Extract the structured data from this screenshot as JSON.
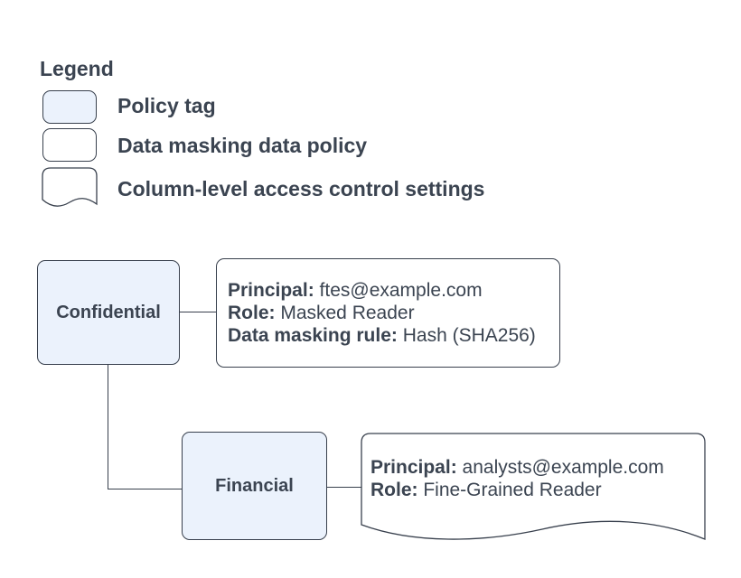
{
  "colors": {
    "background": "#ffffff",
    "policy_tag_fill": "#ebf2fc",
    "shape_stroke": "#38404d",
    "text": "#3b4451"
  },
  "legend": {
    "title": "Legend",
    "items": [
      {
        "shape": "policy-tag",
        "label": "Policy tag"
      },
      {
        "shape": "data-masking-data-policy",
        "label": "Data masking data policy"
      },
      {
        "shape": "column-level-access-control-settings",
        "label": "Column-level access control settings"
      }
    ]
  },
  "diagram": {
    "confidential": {
      "label": "Confidential"
    },
    "financial": {
      "label": "Financial"
    },
    "masking_policy": {
      "lines": [
        {
          "label": "Principal:",
          "value": " ftes@example.com"
        },
        {
          "label": "Role:",
          "value": " Masked Reader"
        },
        {
          "label": "Data masking rule:",
          "value": " Hash (SHA256)"
        }
      ]
    },
    "column_access": {
      "lines": [
        {
          "label": "Principal:",
          "value": " analysts@example.com"
        },
        {
          "label": "Role:",
          "value": " Fine-Grained Reader"
        }
      ]
    }
  }
}
